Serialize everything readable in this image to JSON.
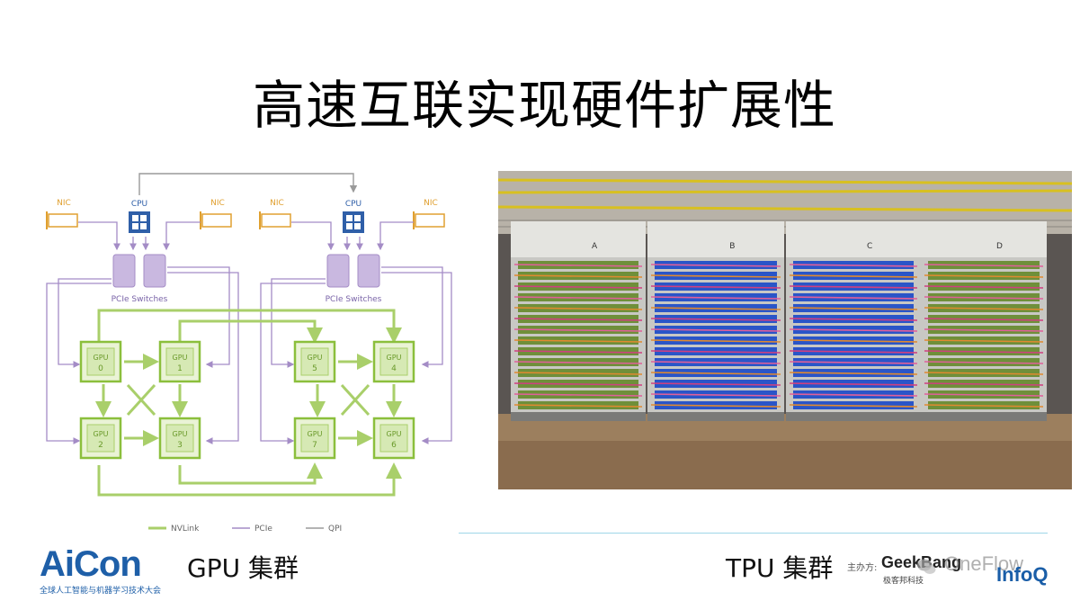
{
  "slide": {
    "title": "高速互联实现硬件扩展性",
    "left_caption": "GPU 集群",
    "right_caption": "TPU 集群"
  },
  "diagram": {
    "cpu_label": "CPU",
    "nic_label": "NIC",
    "switch_label": "PCIe Switches",
    "gpu_label": "GPU",
    "gpu_ids": [
      "0",
      "1",
      "2",
      "3",
      "5",
      "4",
      "7",
      "6"
    ],
    "legend": [
      "NVLink",
      "PCIe",
      "QPI"
    ],
    "colors": {
      "nvlink": "#a9cf6a",
      "pcie": "#a48cc6",
      "qpi": "#9a9a9a",
      "cpu": "#2f5fa8",
      "nic": "#e0a030",
      "gpu": "#8bbf3c"
    }
  },
  "photo": {
    "rack_labels": [
      "A",
      "B",
      "C",
      "D"
    ]
  },
  "footer": {
    "logo": "AiCon",
    "logo_sub": "全球人工智能与机器学习技术大会",
    "sponsor_label": "主办方:",
    "geek_brand": "GeekBang",
    "geek_sub": "极客邦科技",
    "oneflow": "OneFlow",
    "infoq": "InfoQ"
  }
}
